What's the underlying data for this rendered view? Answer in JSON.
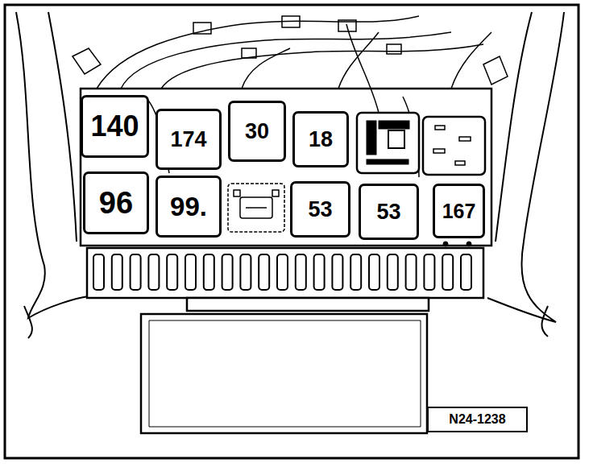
{
  "diagram": {
    "nodes": [
      {
        "text": [
          "140"
        ]
      },
      {
        "text": [
          "174"
        ]
      },
      {
        "text": [
          "30"
        ]
      },
      {
        "text": [
          "18"
        ]
      },
      {
        "text": [
          "96"
        ]
      },
      {
        "text": [
          "99."
        ]
      },
      {
        "text": [
          "53"
        ]
      },
      {
        "text": [
          "53"
        ]
      },
      {
        "text": [
          "167"
        ]
      },
      {
        "text": [
          "N24-1238"
        ]
      }
    ]
  }
}
